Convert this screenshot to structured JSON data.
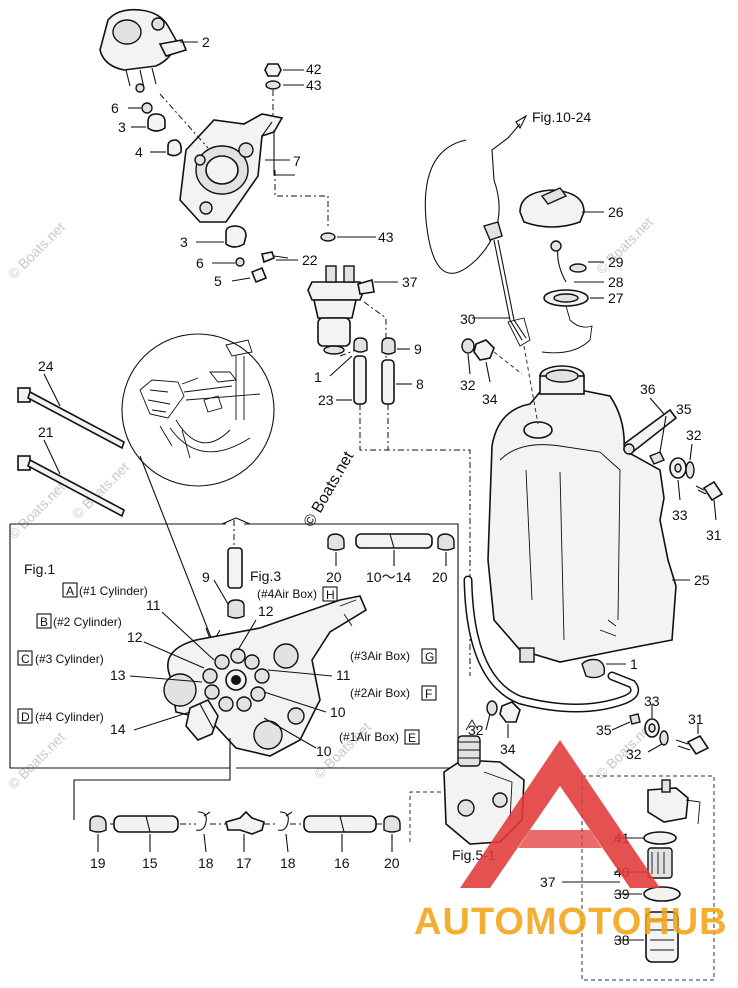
{
  "watermark": {
    "text": "© Boats.net",
    "repeat": "© Boats.net"
  },
  "figure_refs": {
    "fig_10_24": "Fig.10-24",
    "fig_1": "Fig.1",
    "fig_3": "Fig.3",
    "fig_5_1": "Fig.5-1"
  },
  "cylinders": [
    {
      "letter": "A",
      "label": "(#1 Cylinder)"
    },
    {
      "letter": "B",
      "label": "(#2 Cylinder)"
    },
    {
      "letter": "C",
      "label": "(#3 Cylinder)"
    },
    {
      "letter": "D",
      "label": "(#4 Cylinder)"
    }
  ],
  "air_boxes": [
    {
      "letter": "H",
      "label": "(#4Air Box)"
    },
    {
      "letter": "G",
      "label": "(#3Air Box)"
    },
    {
      "letter": "F",
      "label": "(#2Air Box)"
    },
    {
      "letter": "E",
      "label": "(#1Air Box)"
    }
  ],
  "callouts": {
    "c2": "2",
    "c42": "42",
    "c43a": "43",
    "c6a": "6",
    "c3a": "3",
    "c4": "4",
    "c7": "7",
    "c43b": "43",
    "c3b": "3",
    "c6b": "6",
    "c22": "22",
    "c5": "5",
    "c37a": "37",
    "c26": "26",
    "c29": "29",
    "c28": "28",
    "c27": "27",
    "c30": "30",
    "c9a": "9",
    "c1a": "1",
    "c8": "8",
    "c23": "23",
    "c32a": "32",
    "c34a": "34",
    "c36": "36",
    "c35a": "35",
    "c32b": "32",
    "c33a": "33",
    "c31a": "31",
    "c24": "24",
    "c21": "21",
    "c25": "25",
    "c20a": "20",
    "c10_14": "10～14",
    "c20b": "20",
    "c9b": "9",
    "c11a": "11",
    "c12a": "12",
    "c12b": "12",
    "c13": "13",
    "c11b": "11",
    "c14": "14",
    "c10a": "10",
    "c10b": "10",
    "c1b": "1",
    "c32c": "32",
    "c34b": "34",
    "c33b": "33",
    "c35b": "35",
    "c32d": "32",
    "c31b": "31",
    "c41": "41",
    "c40": "40",
    "c37b": "37",
    "c39": "39",
    "c38": "38",
    "c19": "19",
    "c15": "15",
    "c18a": "18",
    "c17": "17",
    "c18b": "18",
    "c16": "16",
    "c20c": "20"
  },
  "brand": {
    "text": "AUTOMOTOHUB",
    "red": "#e23a3a",
    "yellow": "#f3a416"
  }
}
